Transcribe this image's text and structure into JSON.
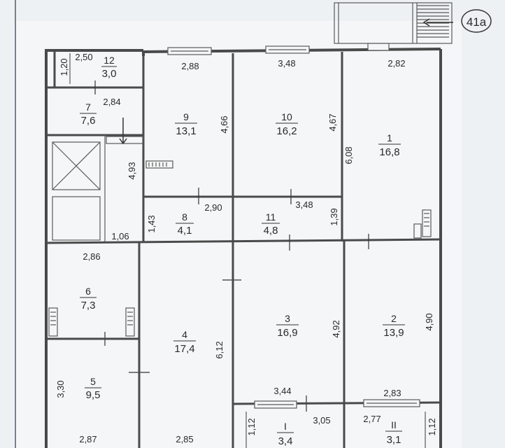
{
  "plan": {
    "sheet_label": "41а",
    "rooms": [
      {
        "id": "room-1",
        "number": "1",
        "area": "16,8"
      },
      {
        "id": "room-2",
        "number": "2",
        "area": "13,9"
      },
      {
        "id": "room-3",
        "number": "3",
        "area": "16,9"
      },
      {
        "id": "room-4",
        "number": "4",
        "area": "17,4"
      },
      {
        "id": "room-5",
        "number": "5",
        "area": "9,5"
      },
      {
        "id": "room-6",
        "number": "6",
        "area": "7,3"
      },
      {
        "id": "room-7",
        "number": "7",
        "area": "7,6"
      },
      {
        "id": "room-8",
        "number": "8",
        "area": "4,1"
      },
      {
        "id": "room-9",
        "number": "9",
        "area": "13,1"
      },
      {
        "id": "room-10",
        "number": "10",
        "area": "16,2"
      },
      {
        "id": "room-11",
        "number": "11",
        "area": "4,8"
      },
      {
        "id": "room-12",
        "number": "12",
        "area": "3,0"
      },
      {
        "id": "balcony-1",
        "number": "I",
        "area": "3,4"
      },
      {
        "id": "balcony-2",
        "number": "II",
        "area": "3,1"
      }
    ],
    "dimensions": [
      "1,20",
      "2,50",
      "2,88",
      "3,48",
      "2,82",
      "2,84",
      "4,66",
      "4,67",
      "6,08",
      "4,93",
      "2,90",
      "3,48",
      "1,43",
      "1,39",
      "1,06",
      "2,86",
      "4,92",
      "4,90",
      "6,12",
      "3,30",
      "3,44",
      "2,83",
      "3,05",
      "2,77",
      "1,12",
      "1,12",
      "2,87",
      "2,85"
    ]
  }
}
